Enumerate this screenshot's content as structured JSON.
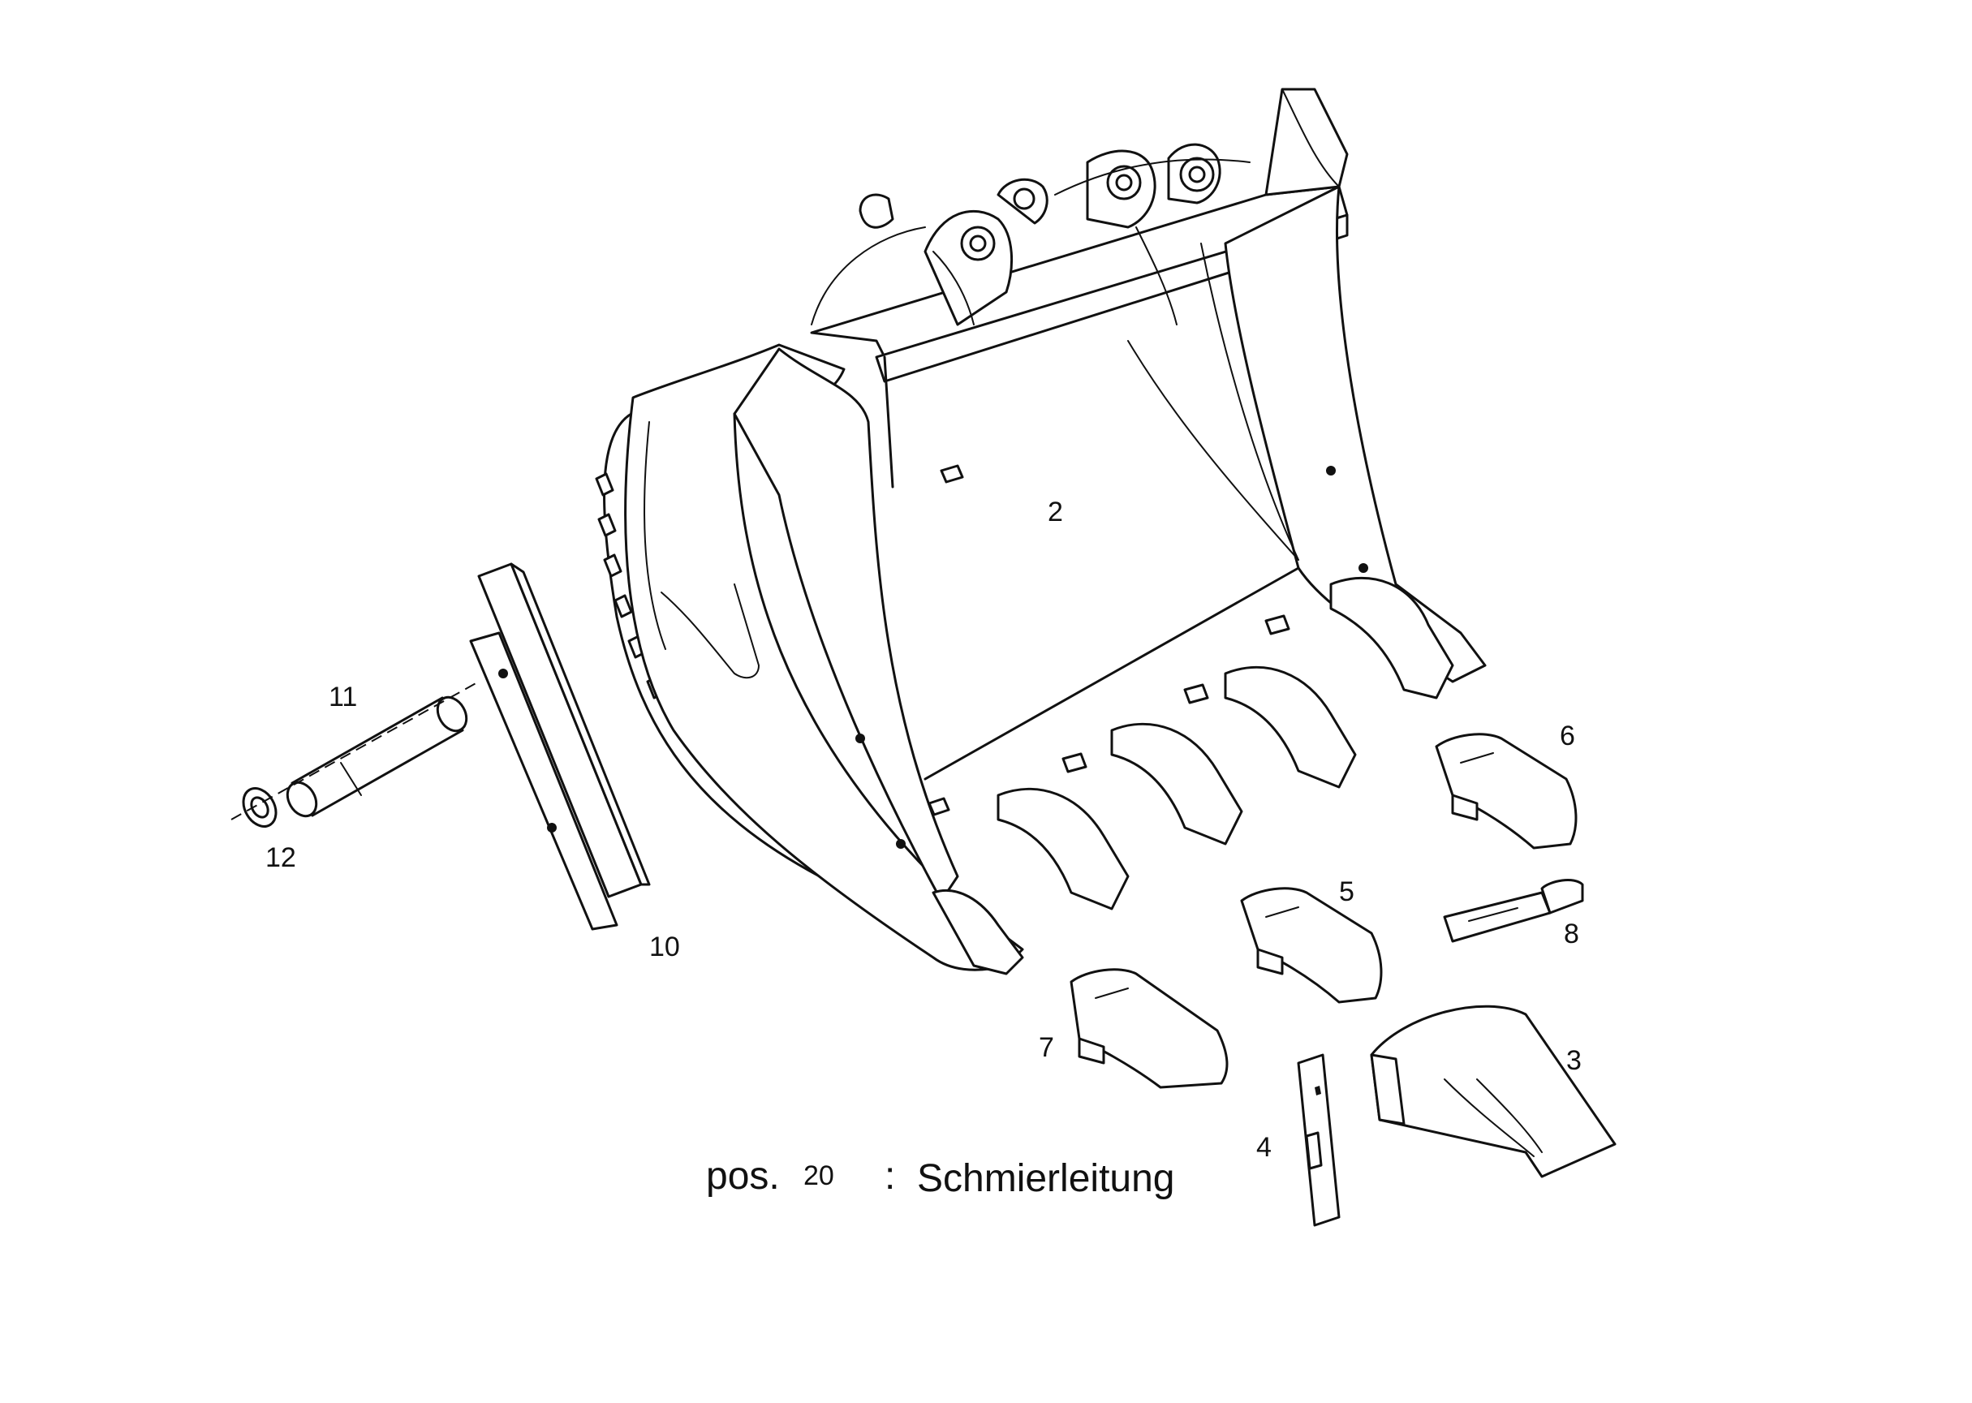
{
  "labels": {
    "p2": "2",
    "p3": "3",
    "p4": "4",
    "p5": "5",
    "p6": "6",
    "p7": "7",
    "p8": "8",
    "p10": "10",
    "p11": "11",
    "p12": "12"
  },
  "caption": {
    "pos": "pos.",
    "num": "20",
    "colon": ":",
    "text": "Schmierleitung"
  }
}
